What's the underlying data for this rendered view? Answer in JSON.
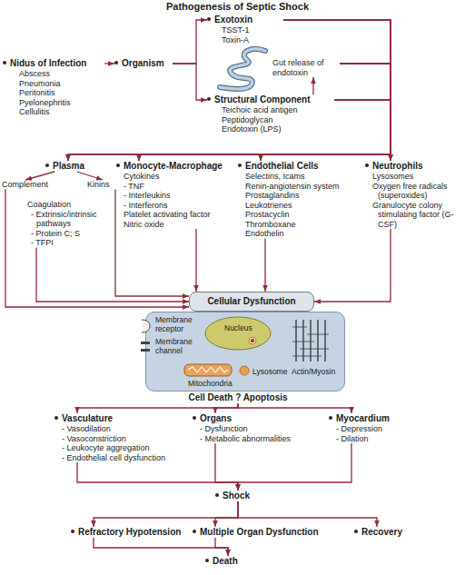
{
  "diagram": {
    "title": "Pathogenesis of Septic Shock",
    "nodes": [
      {
        "text": [
          "Exotoxin",
          "TSST-1",
          "Toxin-A"
        ]
      },
      {
        "text": [
          "Nidus of Infection",
          "Abscess",
          "Pneumonia",
          "Peritonitis",
          "Pyelonephritis",
          "Cellulitis"
        ]
      },
      {
        "text": [
          "Organism"
        ]
      },
      {
        "text": [
          "Gut release of endotoxin"
        ]
      },
      {
        "text": [
          "Structural Component",
          "Teichoic acid antigen",
          "Peptidoglycan",
          "Endotoxin (LPS)"
        ]
      },
      {
        "text": [
          "Plasma"
        ]
      },
      {
        "text": [
          "Monocyte-Macrophage",
          "Cytokines",
          "- TNF",
          "- Interleukins",
          "- Interferons",
          "Platelet activating factor",
          "Nitric oxide"
        ]
      },
      {
        "text": [
          "Endothelial Cells",
          "Selectins, Icams",
          "Renin-angiotensin system",
          "Prostaglandins",
          "Leukotrienes",
          "Prostacyclin",
          "Thromboxane",
          "Endothelin"
        ]
      },
      {
        "text": [
          "Neutrophils",
          "Lysosomes",
          "Oxygen free radicals (superoxides)",
          "Granulocyte colony stimulating factor (G-CSF)"
        ]
      },
      {
        "text": [
          "Complement"
        ]
      },
      {
        "text": [
          "Kinins"
        ]
      },
      {
        "text": [
          "Coagulation",
          "- Extrinsic/intrinsic pathways",
          "- Protein C; S",
          "- TFPI"
        ]
      },
      {
        "text": [
          "Cellular Dysfunction"
        ]
      },
      {
        "text": [
          "Membrane receptor",
          "Membrane channel",
          "Nucleus",
          "Mitochondria",
          "Lysosome",
          "Actin/Myosin"
        ]
      },
      {
        "text": [
          "Cell Death ? Apoptosis"
        ]
      },
      {
        "text": [
          "Vasculature",
          "- Vasodilation",
          "- Vasoconstriction",
          "- Leukocyte aggregation",
          "- Endothelial cell dysfunction"
        ]
      },
      {
        "text": [
          "Organs",
          "- Dysfunction",
          "- Metabolic abnormalities"
        ]
      },
      {
        "text": [
          "Myocardium",
          "- Depression",
          "- Dilation"
        ]
      },
      {
        "text": [
          "Shock"
        ]
      },
      {
        "text": [
          "Refractory Hypotension"
        ]
      },
      {
        "text": [
          "Multiple Organ Dysfunction"
        ]
      },
      {
        "text": [
          "Recovery"
        ]
      },
      {
        "text": [
          "Death"
        ]
      }
    ],
    "edges": [
      {
        "from": 1,
        "to": 2,
        "arrow": "to"
      },
      {
        "from": 2,
        "to": 0,
        "arrow": "to"
      },
      {
        "from": 2,
        "to": 4,
        "arrow": "to"
      },
      {
        "from": 4,
        "to": 3,
        "arrow": "to"
      },
      {
        "from": 0,
        "to": 5,
        "arrow": "to"
      },
      {
        "from": 0,
        "to": 6,
        "arrow": "to"
      },
      {
        "from": 0,
        "to": 7,
        "arrow": "to"
      },
      {
        "from": 0,
        "to": 8,
        "arrow": "to"
      },
      {
        "from": 3,
        "to": 5,
        "arrow": "to"
      },
      {
        "from": 3,
        "to": 6,
        "arrow": "to"
      },
      {
        "from": 3,
        "to": 7,
        "arrow": "to"
      },
      {
        "from": 3,
        "to": 8,
        "arrow": "to"
      },
      {
        "from": 4,
        "to": 5,
        "arrow": "to"
      },
      {
        "from": 4,
        "to": 6,
        "arrow": "to"
      },
      {
        "from": 4,
        "to": 7,
        "arrow": "to"
      },
      {
        "from": 4,
        "to": 8,
        "arrow": "to"
      },
      {
        "from": 5,
        "to": 9,
        "arrow": "to"
      },
      {
        "from": 5,
        "to": 10,
        "arrow": "to"
      },
      {
        "from": 9,
        "to": 12,
        "arrow": "to"
      },
      {
        "from": 11,
        "to": 12,
        "arrow": "to"
      },
      {
        "from": 10,
        "to": 12,
        "arrow": "to"
      },
      {
        "from": 6,
        "to": 12,
        "arrow": "to"
      },
      {
        "from": 7,
        "to": 12,
        "arrow": "to"
      },
      {
        "from": 8,
        "to": 12,
        "arrow": "to"
      },
      {
        "from": 14,
        "to": 15,
        "arrow": "to"
      },
      {
        "from": 14,
        "to": 16,
        "arrow": "to"
      },
      {
        "from": 14,
        "to": 17,
        "arrow": "to"
      },
      {
        "from": 15,
        "to": 18,
        "arrow": "to"
      },
      {
        "from": 16,
        "to": 18,
        "arrow": "to"
      },
      {
        "from": 17,
        "to": 18,
        "arrow": "to"
      },
      {
        "from": 18,
        "to": 19,
        "arrow": "to"
      },
      {
        "from": 18,
        "to": 20,
        "arrow": "to"
      },
      {
        "from": 18,
        "to": 21,
        "arrow": "to"
      },
      {
        "from": 19,
        "to": 22,
        "arrow": "to"
      },
      {
        "from": 20,
        "to": 22,
        "arrow": "to"
      }
    ]
  }
}
